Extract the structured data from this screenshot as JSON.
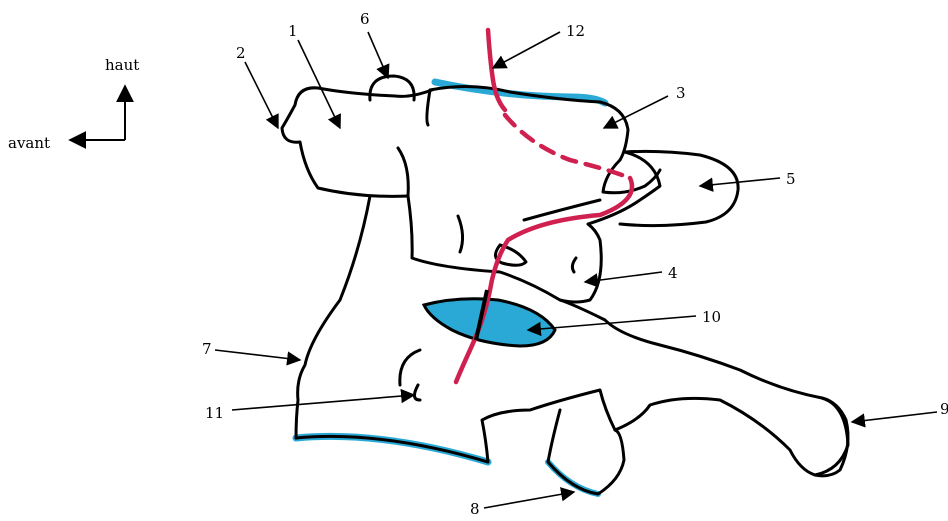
{
  "orientation": {
    "up_label": "haut",
    "front_label": "avant"
  },
  "labels": [
    "1",
    "2",
    "3",
    "4",
    "5",
    "6",
    "7",
    "8",
    "9",
    "10",
    "11",
    "12"
  ],
  "colors": {
    "outline": "#000000",
    "cartilage_blue": "#2aa9d6",
    "nerve_red": "#d0204f",
    "background": "#ffffff"
  }
}
